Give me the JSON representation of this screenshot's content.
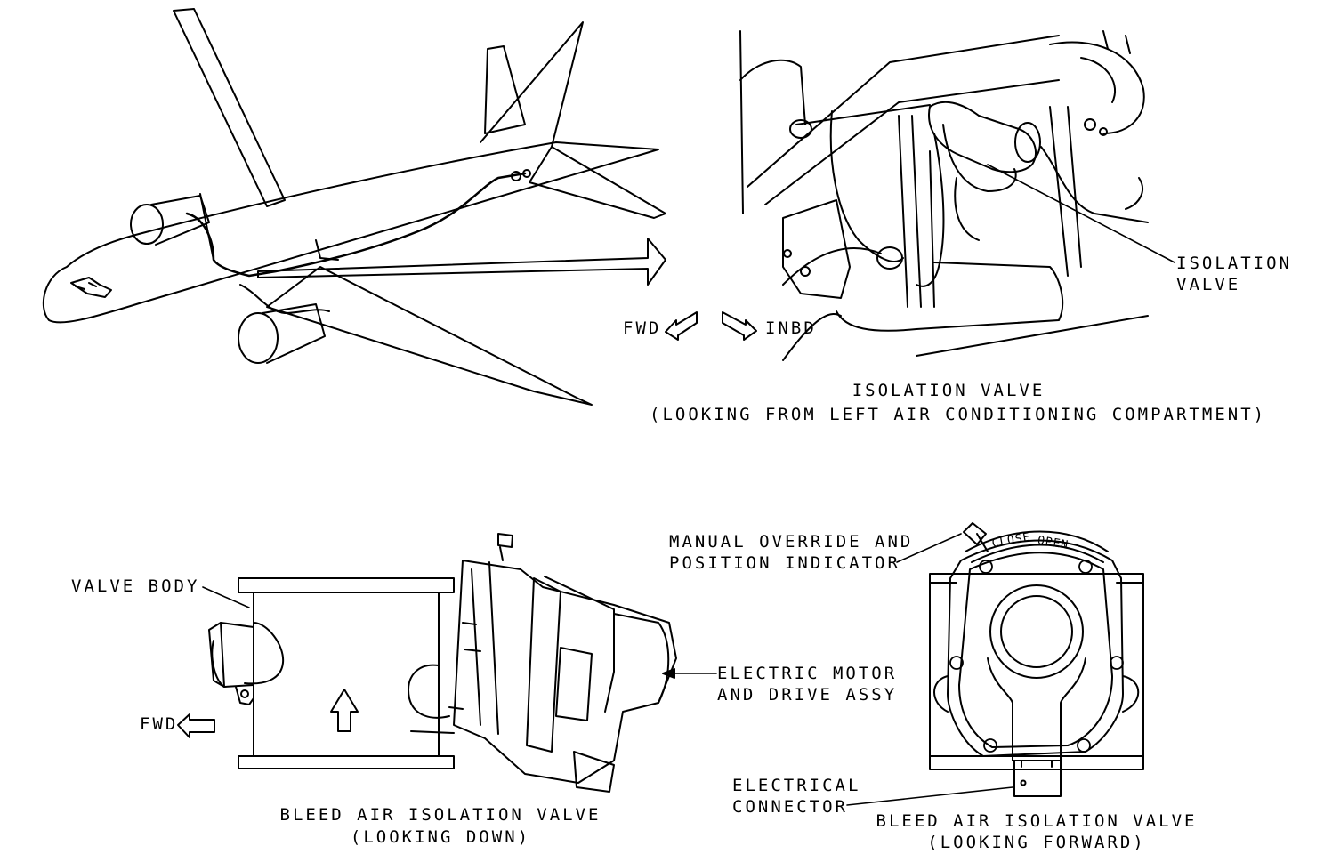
{
  "colors": {
    "ink": "#000000",
    "paper": "#ffffff"
  },
  "views": {
    "compartment": {
      "callout": {
        "line1": "ISOLATION",
        "line2": "VALVE"
      },
      "arrow_left": "FWD",
      "arrow_right": "INBD",
      "caption": {
        "line1": "ISOLATION VALVE",
        "line2": "(LOOKING FROM LEFT AIR CONDITIONING COMPARTMENT)"
      }
    },
    "looking_down": {
      "valve_body": "VALVE BODY",
      "fwd": "FWD",
      "motor": {
        "line1": "ELECTRIC MOTOR",
        "line2": "AND DRIVE ASSY"
      },
      "caption": {
        "line1": "BLEED AIR ISOLATION VALVE",
        "line2": "(LOOKING DOWN)"
      }
    },
    "looking_forward": {
      "override": {
        "line1": "MANUAL OVERRIDE AND",
        "line2": "POSITION INDICATOR"
      },
      "dial_close": "CLOSE",
      "dial_open": "OPEN",
      "connector": {
        "line1": "ELECTRICAL",
        "line2": "CONNECTOR"
      },
      "caption": {
        "line1": "BLEED AIR ISOLATION VALVE",
        "line2": "(LOOKING FORWARD)"
      }
    }
  }
}
